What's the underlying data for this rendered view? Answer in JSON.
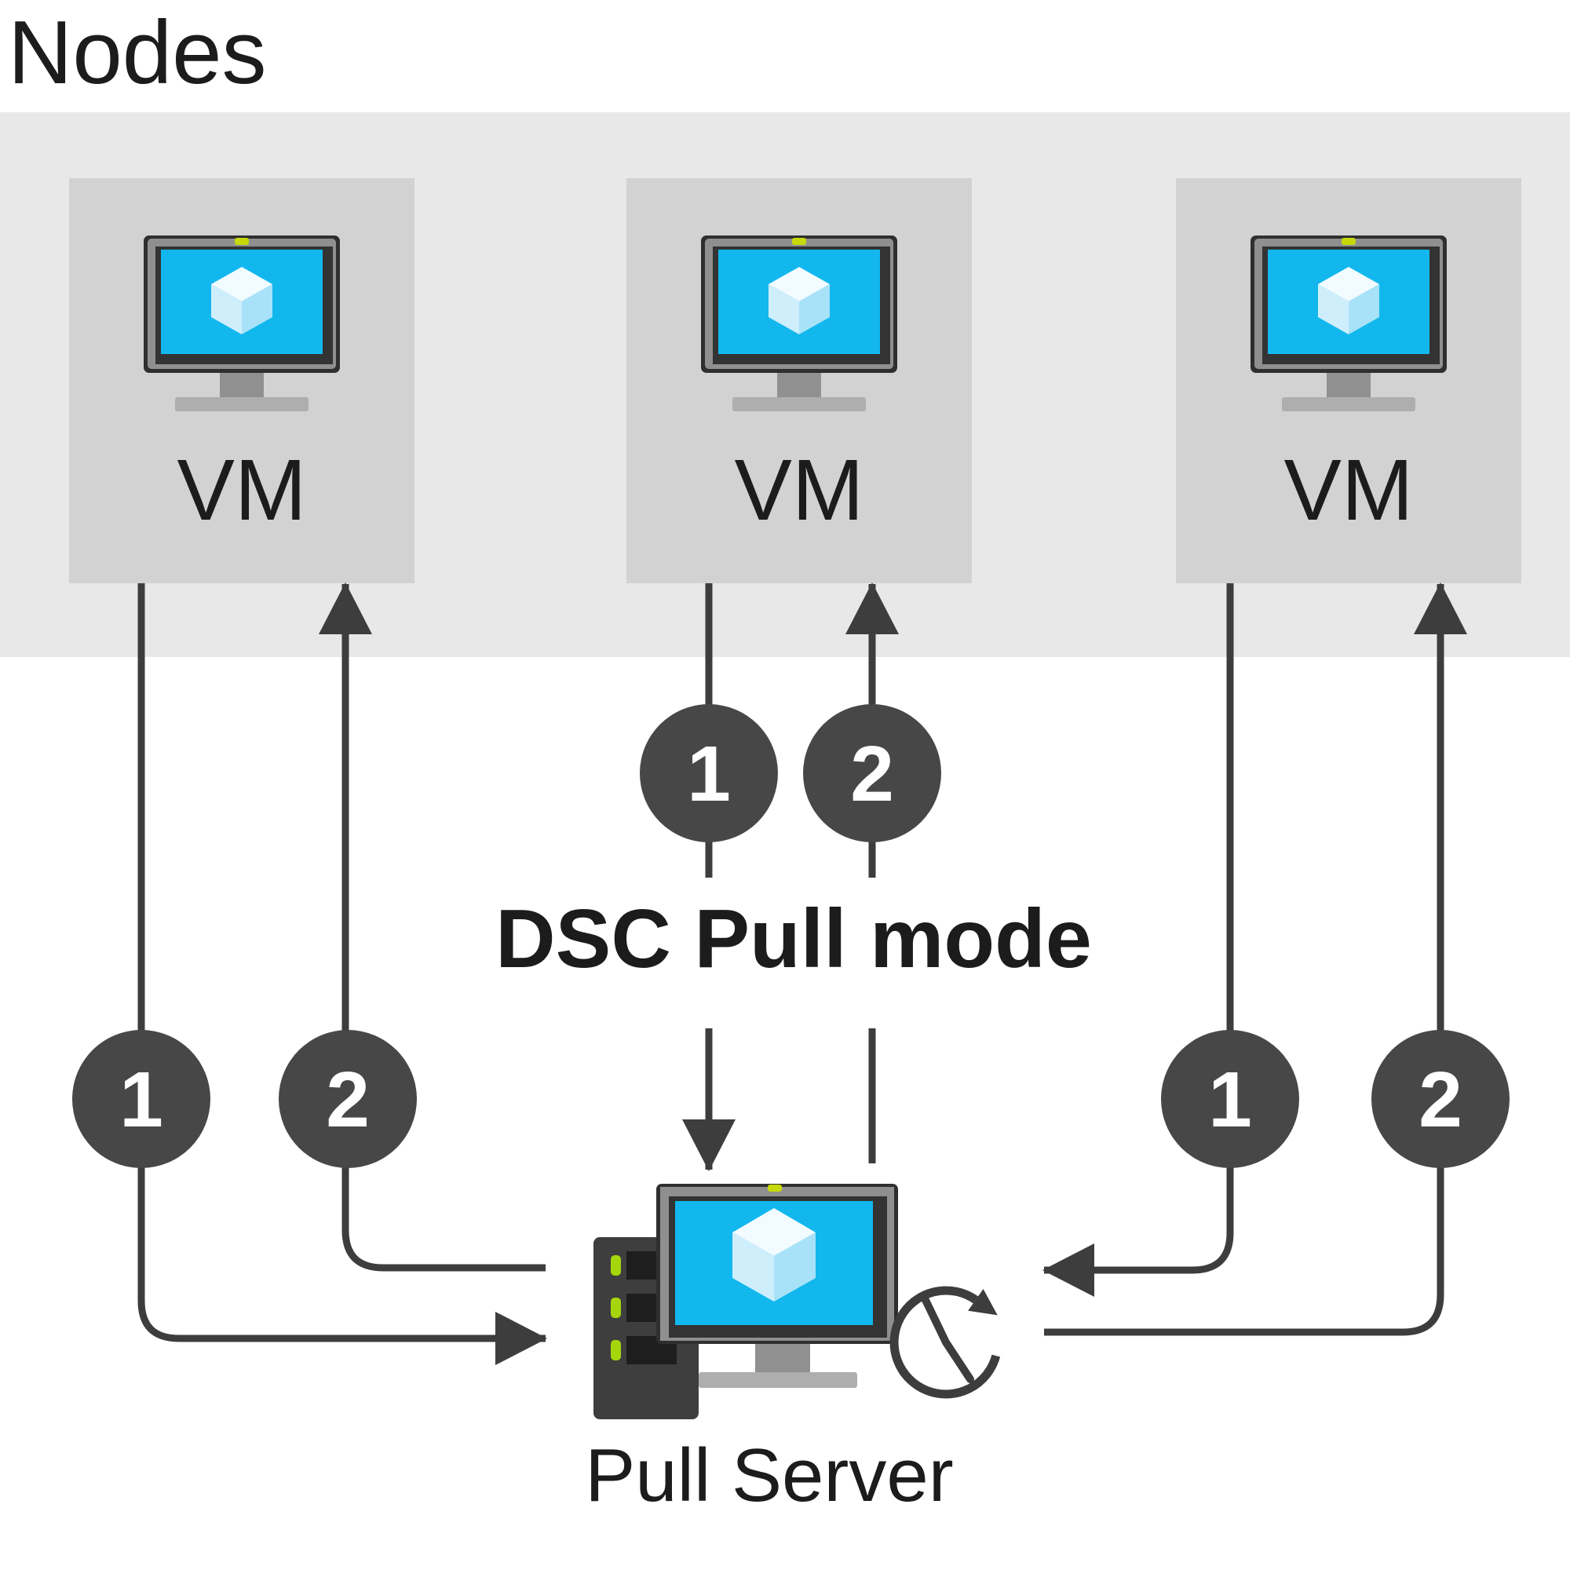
{
  "diagram": {
    "nodes_group_label": "Nodes",
    "mode_label": "DSC Pull mode",
    "server": {
      "label": "Pull Server",
      "icon": "server-tower-monitor-with-schedule-clock"
    },
    "vms": [
      {
        "label": "VM",
        "icon": "azure-vm-monitor-cube"
      },
      {
        "label": "VM",
        "icon": "azure-vm-monitor-cube"
      },
      {
        "label": "VM",
        "icon": "azure-vm-monitor-cube"
      }
    ],
    "step_circles": [
      {
        "number": "1",
        "group": "left-vm",
        "meaning": "request to pull server"
      },
      {
        "number": "2",
        "group": "left-vm",
        "meaning": "response to node"
      },
      {
        "number": "1",
        "group": "middle-vm",
        "meaning": "request to pull server"
      },
      {
        "number": "2",
        "group": "middle-vm",
        "meaning": "response to node"
      },
      {
        "number": "1",
        "group": "right-vm",
        "meaning": "request to pull server"
      },
      {
        "number": "2",
        "group": "right-vm",
        "meaning": "response to node"
      }
    ],
    "colors": {
      "band": "#e8e8e8",
      "node_box": "#d2d2d2",
      "line": "#3d3d3d",
      "circle_fill": "#474747",
      "circle_text": "#ffffff",
      "screen_cyan": "#12b7ee",
      "cube_top": "#f2fbff",
      "cube_left": "#cfeefc",
      "cube_right": "#a8e2f8",
      "led_green": "#a5d50a",
      "bezel_silver": "#8f8f8f",
      "bezel_dark": "#333333",
      "tower_dark": "#3e3e3e",
      "text_dark": "#1c1c1c"
    }
  }
}
